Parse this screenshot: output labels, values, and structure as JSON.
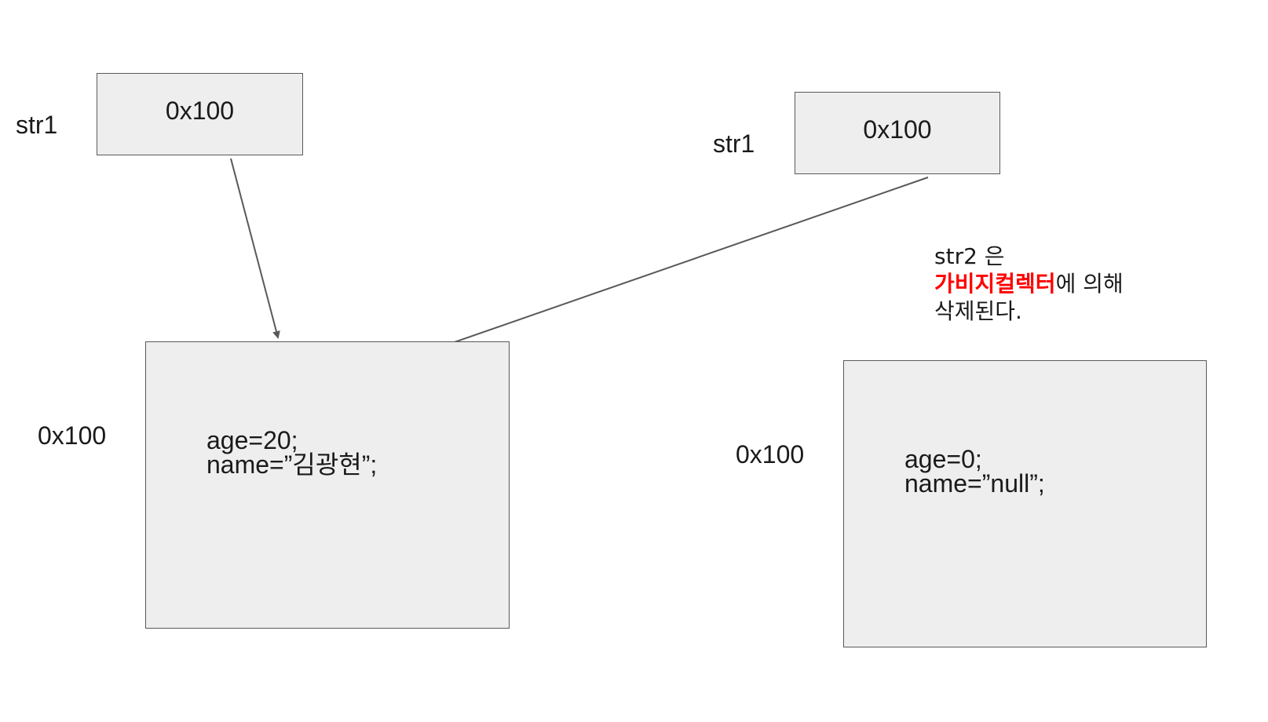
{
  "left": {
    "pointer_label": "str1",
    "pointer_value": "0x100",
    "object_address": "0x100",
    "fields": {
      "line1": "age=20;",
      "line2": "name=”김광현”;"
    }
  },
  "right": {
    "pointer_label": "str1",
    "pointer_value": "0x100",
    "object_address": "0x100",
    "fields": {
      "line1": "age=0;",
      "line2": "name=”null”;"
    }
  },
  "note": {
    "line1": "str2 은",
    "line2_highlight": "가비지컬렉터",
    "line2_rest": "에 의해",
    "line3": "삭제된다.",
    "highlight_color": "#ff0000"
  },
  "colors": {
    "box_fill": "#eeeeee",
    "box_border": "#595959",
    "arrow": "#595959"
  }
}
